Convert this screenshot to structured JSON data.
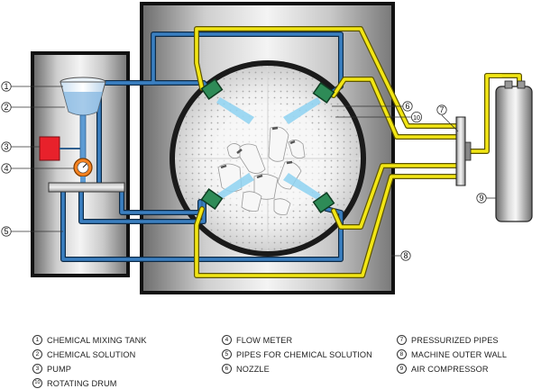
{
  "callouts": [
    "1",
    "2",
    "3",
    "4",
    "5",
    "6",
    "7",
    "8",
    "9",
    "10"
  ],
  "legend": [
    {
      "num": "1",
      "label": "CHEMICAL MIXING TANK"
    },
    {
      "num": "2",
      "label": "CHEMICAL SOLUTION"
    },
    {
      "num": "3",
      "label": "PUMP"
    },
    {
      "num": "10",
      "label": "ROTATING DRUM"
    },
    {
      "num": "4",
      "label": "FLOW METER"
    },
    {
      "num": "5",
      "label": "PIPES FOR CHEMICAL SOLUTION"
    },
    {
      "num": "6",
      "label": "NOZZLE"
    },
    {
      "num": "7",
      "label": "PRESSURIZED PIPES"
    },
    {
      "num": "8",
      "label": "MACHINE OUTER WALL"
    },
    {
      "num": "9",
      "label": "AIR COMPRESSOR"
    }
  ],
  "colors": {
    "pipe_blue": "#3a7fc1",
    "pipe_yellow": "#f2e614",
    "pump_red": "#e8212b",
    "nozzle_green": "#2e8b57",
    "wall_gray": "#8a8a8a"
  }
}
